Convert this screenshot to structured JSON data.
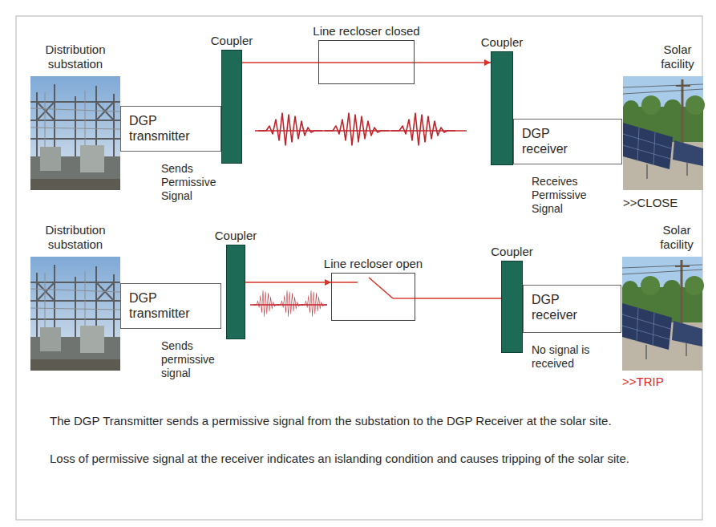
{
  "diagram": {
    "nodes": [
      {
        "text": [
          "Distribution substation"
        ]
      },
      {
        "text": [
          "DGP transmitter",
          "Sends Permissive Signal"
        ]
      },
      {
        "text": [
          "Coupler"
        ]
      },
      {
        "text": [
          "Line recloser closed"
        ]
      },
      {
        "text": [
          "Coupler"
        ]
      },
      {
        "text": [
          "DGP receiver",
          "Receives Permissive Signal"
        ]
      },
      {
        "text": [
          "Solar facility",
          ">>CLOSE"
        ]
      },
      {
        "text": [
          "Distribution substation"
        ]
      },
      {
        "text": [
          "DGP transmitter",
          "Sends permissive signal"
        ]
      },
      {
        "text": [
          "Coupler"
        ]
      },
      {
        "text": [
          "Line recloser open"
        ]
      },
      {
        "text": [
          "Coupler"
        ]
      },
      {
        "text": [
          "DGP receiver",
          "No signal is received"
        ]
      },
      {
        "text": [
          "Solar facility",
          ">>TRIP"
        ]
      }
    ],
    "edges": [
      {
        "from": 2,
        "to": 3,
        "arrow": "none"
      },
      {
        "from": 3,
        "to": 4,
        "arrow": "to"
      },
      {
        "from": 9,
        "to": 10,
        "arrow": "to"
      },
      {
        "from": 10,
        "to": 11,
        "arrow": "none"
      }
    ],
    "labels": [
      "The DGP Transmitter sends a permissive signal from the substation to the DGP Receiver at the solar site.",
      "Loss of permissive signal at the receiver indicates an islanding condition and causes tripping of the solar site."
    ]
  }
}
